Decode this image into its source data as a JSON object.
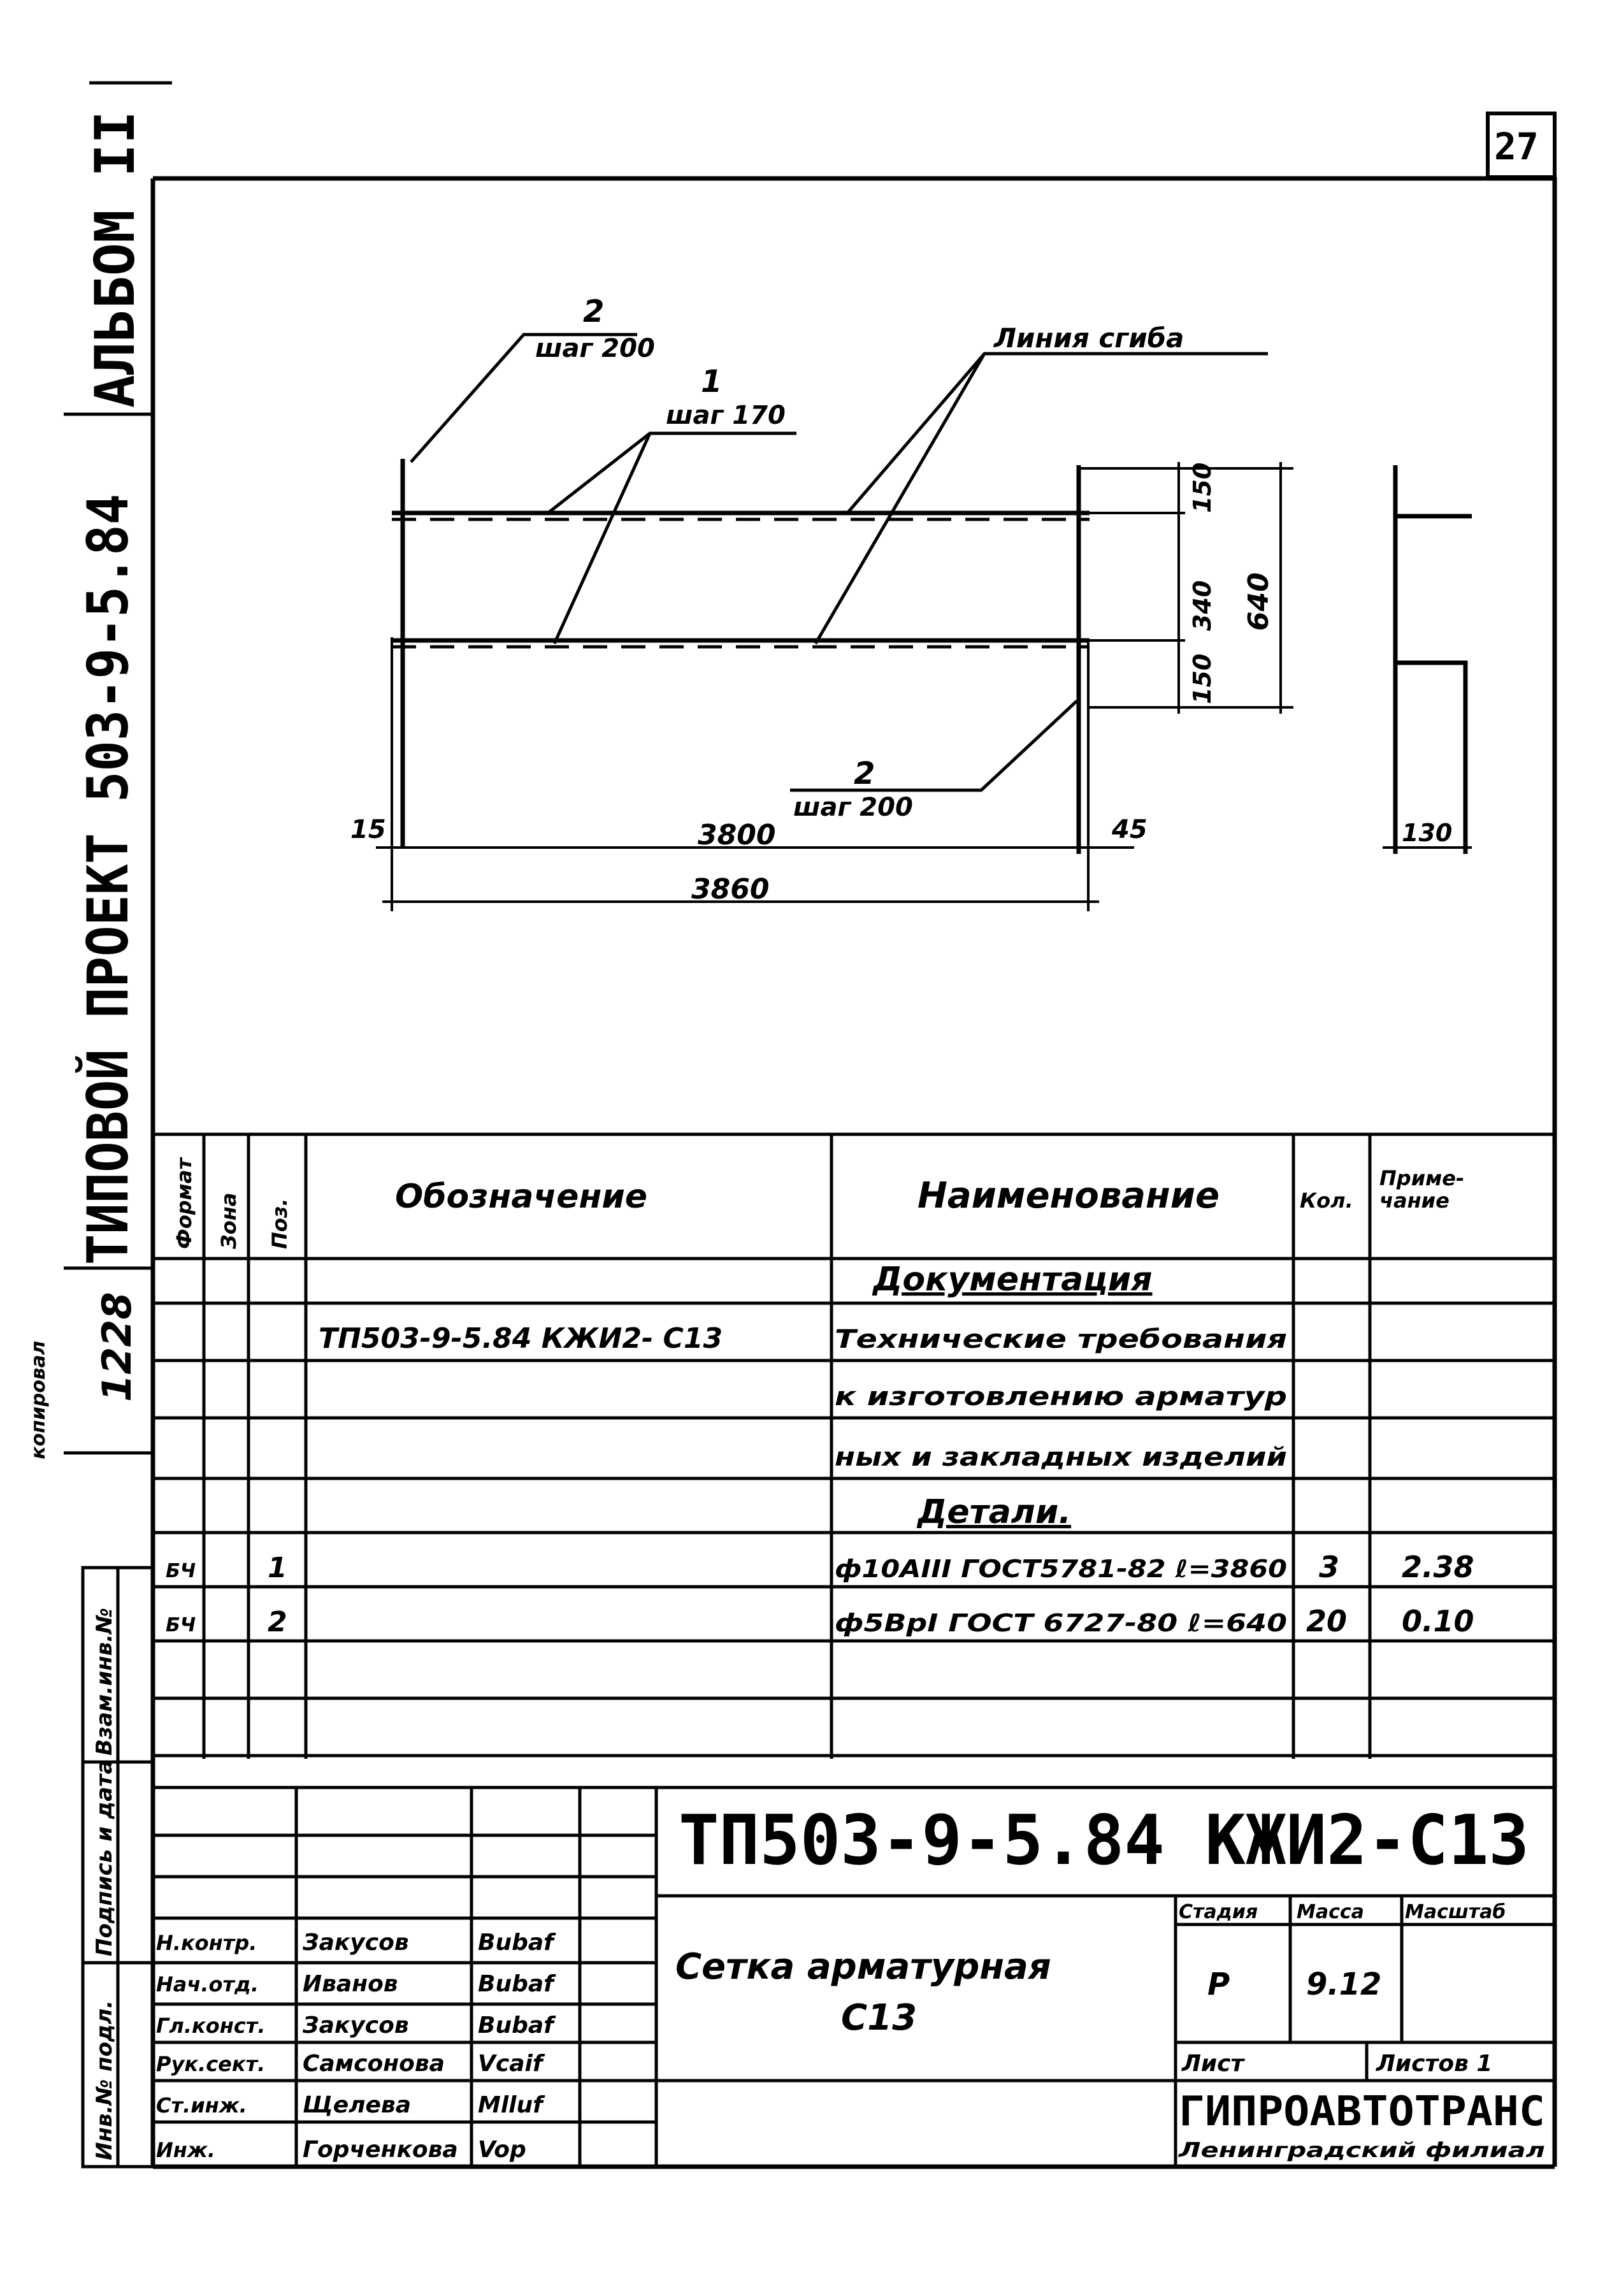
{
  "sheet_number": "27",
  "side_album": "АЛЬБОМ II",
  "side_project": "ТИПОВОЙ ПРОЕКТ 503-9-5.84",
  "side_number": "1228",
  "side_kopirov": "копировал",
  "drawing": {
    "label_pos2_top": "2",
    "label_step200_top": "шаг 200",
    "label_pos1": "1",
    "label_step170": "шаг 170",
    "label_bend_line": "Линия сгиба",
    "label_pos2_bottom": "2",
    "label_step200_bottom": "шаг 200",
    "dim_15": "15",
    "dim_3800": "3800",
    "dim_45": "45",
    "dim_3860": "3860",
    "dim_150a": "150",
    "dim_340": "340",
    "dim_150b": "150",
    "dim_640": "640",
    "dim_130": "130"
  },
  "spec_table": {
    "headers": {
      "format": "Формат",
      "zone": "Зона",
      "pos": "Поз.",
      "designation": "Обозначение",
      "name": "Наименование",
      "qty": "Кол.",
      "note": "Приме-\nчание"
    },
    "section_docs": "Документация",
    "doc_designation": "ТП503-9-5.84  КЖИ2- С13",
    "doc_name_line1": "Технические требования",
    "doc_name_line2": "к изготовлению арматур",
    "doc_name_line3": "ных и закладных изделий",
    "section_parts": "Детали.",
    "rows": [
      {
        "format": "БЧ",
        "pos": "1",
        "name": "ф10АIII ГОСТ5781-82 ℓ=3860",
        "qty": "3",
        "note": "2.38"
      },
      {
        "format": "БЧ",
        "pos": "2",
        "name": "ф5ВрI ГОСТ 6727-80 ℓ=640",
        "qty": "20",
        "note": "0.10"
      }
    ]
  },
  "left_margin_labels": {
    "vzam": "Взам.инв.№",
    "podpis": "Подпись и дата",
    "inv": "Инв.№ подл."
  },
  "title_block": {
    "code": "ТП503-9-5.84  КЖИ2-С13",
    "title_line1": "Сетка арматурная",
    "title_line2": "С13",
    "stage_label": "Стадия",
    "mass_label": "Масса",
    "scale_label": "Масштаб",
    "stage_value": "Р",
    "mass_value": "9.12",
    "sheet_label": "Лист",
    "sheets_label": "Листов 1",
    "org_name": "ГИПРОАВТОТРАНС",
    "org_branch": "Ленинградский филиал",
    "signers": [
      {
        "role": "Н.контр.",
        "name": "Закусов",
        "sign": "Bubaf"
      },
      {
        "role": "Нач.отд.",
        "name": "Иванов",
        "sign": "Bubaf"
      },
      {
        "role": "Гл.конст.",
        "name": "Закусов",
        "sign": "Bubaf"
      },
      {
        "role": "Рук.сект.",
        "name": "Самсонова",
        "sign": "Vcaif"
      },
      {
        "role": "Ст.инж.",
        "name": "Щелева",
        "sign": "Mlluf"
      },
      {
        "role": "Инж.",
        "name": "Горченкова",
        "sign": "Vop"
      }
    ]
  }
}
